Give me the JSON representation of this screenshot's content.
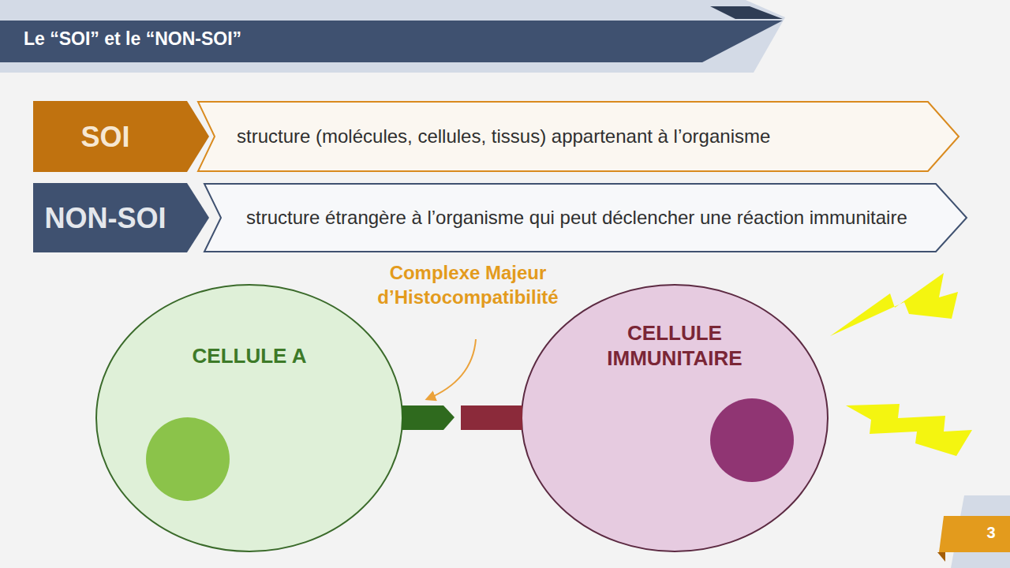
{
  "diagram": {
    "title": "Le “SOI” et le “NON-SOI”",
    "nodes": [
      {
        "text": [
          "SOI"
        ]
      },
      {
        "text": [
          "structure (molécules, cellules, tissus) appartenant à l’organisme"
        ]
      },
      {
        "text": [
          "NON-SOI"
        ]
      },
      {
        "text": [
          "structure étrangère à l’organisme qui peut déclencher une réaction immunitaire"
        ]
      },
      {
        "text": [
          "CELLULE A"
        ]
      },
      {
        "text": [
          "CELLULE IMMUNITAIRE"
        ]
      }
    ],
    "labels": [
      "Complexe Majeur d’Histocompatibilité",
      "3"
    ]
  }
}
